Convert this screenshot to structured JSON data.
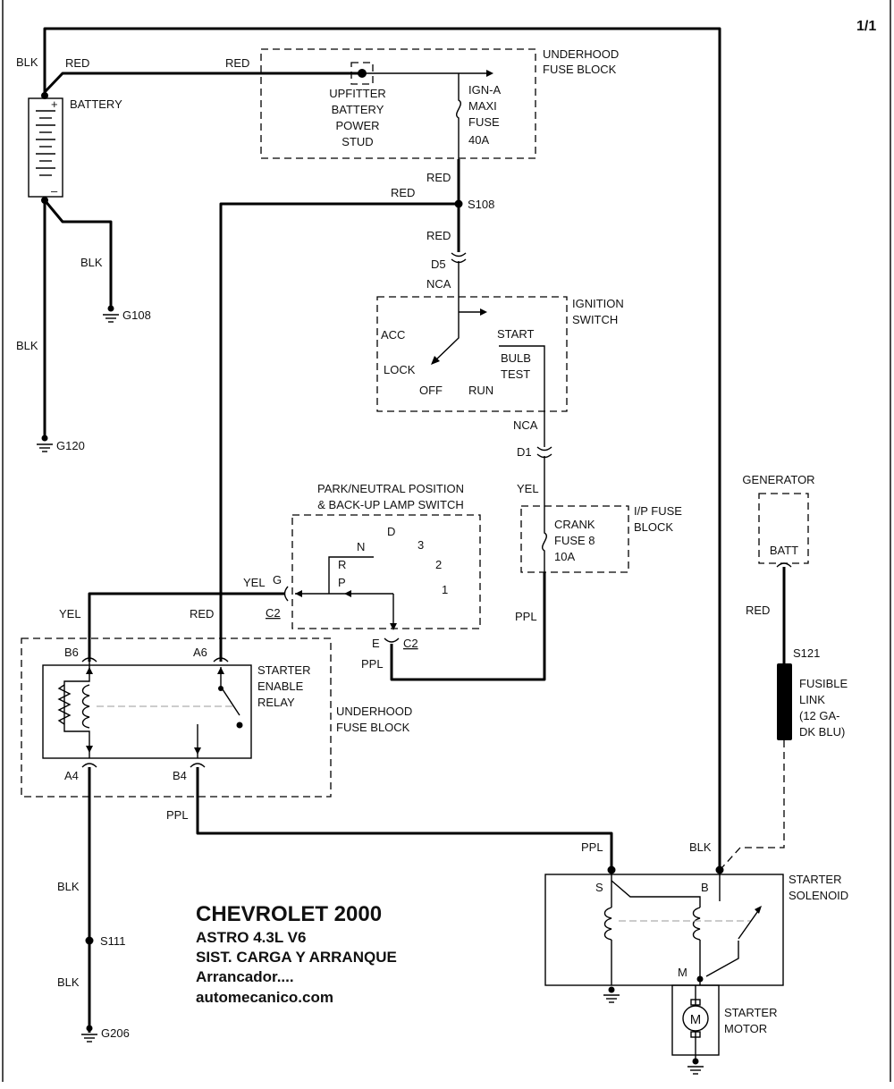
{
  "page_number": "1/1",
  "title_block": {
    "make_year": "CHEVROLET 2000",
    "model": "ASTRO  4.3L  V6",
    "system": "SIST. CARGA Y ARRANQUE",
    "description": "Arrancador....",
    "site": "automecanico.com"
  },
  "components": {
    "battery": "BATTERY",
    "battery_plus": "+",
    "battery_minus": "–",
    "underhood_fuse_block_1": "UNDERHOOD",
    "underhood_fuse_block_2": "FUSE BLOCK",
    "stud_1": "UPFITTER",
    "stud_2": "BATTERY",
    "stud_3": "POWER",
    "stud_4": "STUD",
    "maxi_1": "IGN-A",
    "maxi_2": "MAXI",
    "maxi_3": "FUSE",
    "maxi_4": "40A",
    "ign_switch_1": "IGNITION",
    "ign_switch_2": "SWITCH",
    "pos_acc": "ACC",
    "pos_lock": "LOCK",
    "pos_off": "OFF",
    "pos_run": "RUN",
    "pos_start": "START",
    "pos_bulb": "BULB",
    "pos_test": "TEST",
    "pnp_1": "PARK/NEUTRAL POSITION",
    "pnp_2": "& BACK-UP LAMP SWITCH",
    "gear_d": "D",
    "gear_n": "N",
    "gear_3": "3",
    "gear_r": "R",
    "gear_2": "2",
    "gear_p": "P",
    "gear_1": "1",
    "ip_fuse_1": "I/P FUSE",
    "ip_fuse_2": "BLOCK",
    "crank_1": "CRANK",
    "crank_2": "FUSE 8",
    "crank_3": "10A",
    "relay_1": "STARTER",
    "relay_2": "ENABLE",
    "relay_3": "RELAY",
    "relay_box_1": "UNDERHOOD",
    "relay_box_2": "FUSE BLOCK",
    "generator": "GENERATOR",
    "gen_batt": "BATT",
    "fusible_1": "FUSIBLE",
    "fusible_2": "LINK",
    "fusible_3": "(12 GA-",
    "fusible_4": "DK BLU)",
    "solenoid_1": "STARTER",
    "solenoid_2": "SOLENOID",
    "sol_s": "S",
    "sol_b": "B",
    "sol_m": "M",
    "motor_1": "STARTER",
    "motor_2": "MOTOR",
    "motor_symbol": "M"
  },
  "wire_labels": {
    "blk_top": "BLK",
    "red_top_left": "RED",
    "red_top_mid": "RED",
    "red_fuse_out": "RED",
    "red_s108_left": "RED",
    "red_to_d5": "RED",
    "blk_g108": "BLK",
    "blk_g120": "BLK",
    "nca_top": "NCA",
    "nca_bottom": "NCA",
    "yel_d1": "YEL",
    "ppl_crank": "PPL",
    "yel_g": "YEL",
    "yel_b6": "YEL",
    "red_a6": "RED",
    "ppl_e": "PPL",
    "ppl_b4": "PPL",
    "ppl_solenoid": "PPL",
    "blk_solenoid": "BLK",
    "red_generator": "RED",
    "blk_s111_top": "BLK",
    "blk_s111_bottom": "BLK"
  },
  "connectors": {
    "d5": "D5",
    "d1": "D1",
    "g_pin": "G",
    "c2_left": "C2",
    "e_pin": "E",
    "c2_bottom": "C2",
    "b6": "B6",
    "a6": "A6",
    "a4": "A4",
    "b4": "B4"
  },
  "splices": {
    "s108": "S108",
    "s121": "S121",
    "s111": "S111"
  },
  "grounds": {
    "g108": "G108",
    "g120": "G120",
    "g206": "G206"
  }
}
